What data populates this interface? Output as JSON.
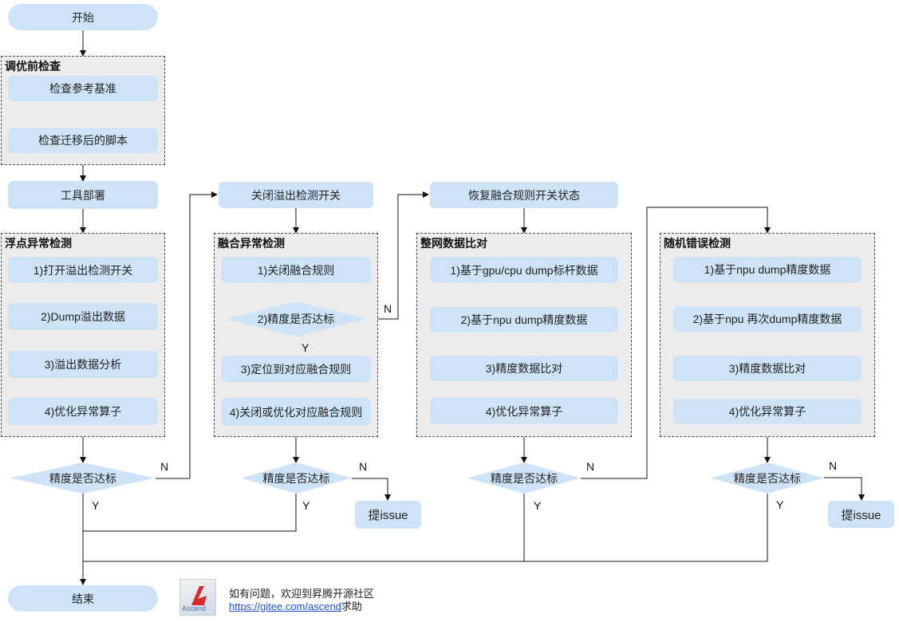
{
  "start": "开始",
  "end": "结束",
  "pre_check": {
    "title": "调优前检查",
    "steps": [
      "检查参考基准",
      "检查迁移后的脚本"
    ]
  },
  "tool_deploy": "工具部署",
  "float_check": {
    "title": "浮点异常检测",
    "steps": [
      "1)打开溢出检测开关",
      "2)Dump溢出数据",
      "3)溢出数据分析",
      "4)优化异常算子"
    ]
  },
  "close_overflow": "关闭溢出检测开关",
  "fusion_check": {
    "title": "融合异常检测",
    "steps": [
      "1)关闭融合规则",
      "2)精度是否达标",
      "3)定位到对应融合规则",
      "4)关闭或优化对应融合规则"
    ]
  },
  "restore_fusion": "恢复融合规则开关状态",
  "net_compare": {
    "title": "整网数据比对",
    "steps": [
      "1)基于gpu/cpu dump标杆数据",
      "2)基于npu dump精度数据",
      "3)精度数据比对",
      "4)优化异常算子"
    ]
  },
  "random_check": {
    "title": "随机错误检测",
    "steps": [
      "1)基于npu dump精度数据",
      "2)基于npu 再次dump精度数据",
      "3)精度数据比对",
      "4)优化异常算子"
    ]
  },
  "decision": "精度是否达标",
  "yes": "Y",
  "no": "N",
  "issue": "提issue",
  "logo_word": "Ascend",
  "footer": {
    "line1": "如有问题，欢迎到昇腾开源社区",
    "link": "https://gitee.com/ascend",
    "suffix": "求助"
  }
}
